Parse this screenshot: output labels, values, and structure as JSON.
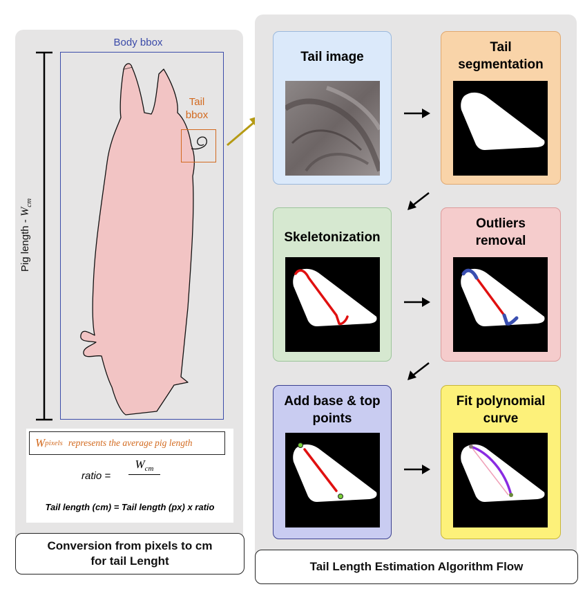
{
  "left_panel": {
    "body_bbox_label": "Body bbox",
    "tail_bbox_label_1": "Tail",
    "tail_bbox_label_2": "bbox",
    "pig_length_label": "Pig length - ",
    "pig_length_var": "W",
    "pig_length_sub": "cm",
    "formula": {
      "wpixels_var": "W",
      "wpixels_sub": "pixels",
      "wpixels_text": "represents the average pig length",
      "ratio_label": "ratio =",
      "ratio_num_var": "W",
      "ratio_num_sub": "cm",
      "tail_length_eq": "Tail length (cm) = Tail length (px) x ratio"
    },
    "caption_line1": "Conversion from pixels to cm",
    "caption_line2": "for tail Lenght"
  },
  "right_panel": {
    "caption": "Tail Length Estimation Algorithm Flow",
    "steps": [
      {
        "title_line1": "Tail image",
        "title_line2": ""
      },
      {
        "title_line1": "Tail",
        "title_line2": "segmentation"
      },
      {
        "title_line1": "Skeletonization",
        "title_line2": ""
      },
      {
        "title_line1": "Outliers",
        "title_line2": "removal"
      },
      {
        "title_line1": "Add base & top",
        "title_line2": "points"
      },
      {
        "title_line1": "Fit polynomial",
        "title_line2": "curve"
      }
    ]
  },
  "colors": {
    "panel_bg": "#e6e5e5",
    "body_bbox": "#3a4aa8",
    "tail_bbox": "#d2691e",
    "pig_fill": "#f2c4c4",
    "arrow_gold": "#b59a14",
    "step_tail_image": "#dbe9fa",
    "step_segmentation": "#f9d4a9",
    "step_skeleton": "#d6e8d0",
    "step_outliers": "#f5cccc",
    "step_base_top": "#c9ccf1",
    "step_polynomial": "#fdf17a",
    "skeleton_red": "#e01010",
    "outlier_blue": "#3a4fb0",
    "curve_purple": "#8a2be2",
    "point_green": "#7ad13a"
  }
}
